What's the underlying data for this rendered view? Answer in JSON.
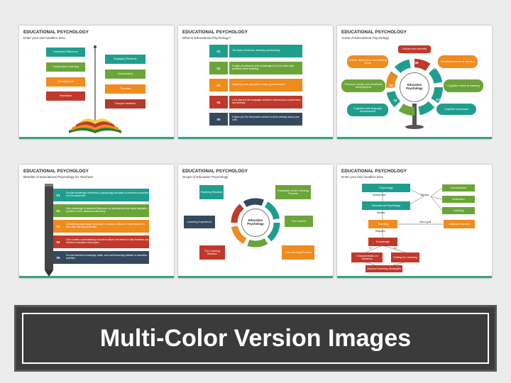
{
  "colors": {
    "teal": "#1f9e8e",
    "green": "#6ba539",
    "orange": "#f08b1d",
    "red": "#c0392b",
    "navy": "#34495e",
    "darkred": "#b03a2e",
    "gray": "#3b3b3b"
  },
  "slide1": {
    "title": "EDUCATIONAL PSYCHOLOGY",
    "subtitle": "Enter your sub headline here",
    "left": [
      "Individual Difference",
      "Cooperative Learning",
      "Development",
      "Motivation"
    ],
    "right": [
      "Engaging Students",
      "Assessment",
      "Theories",
      "Sample Headline"
    ]
  },
  "slide2": {
    "title": "EDUCATIONAL PSYCHOLOGY",
    "subtitle": "What is Educational Psychology?",
    "rows": [
      {
        "num": "01",
        "text": "The study of learners, learning, and teaching."
      },
      {
        "num": "02",
        "text": "It helps you discover your knowledge of how to solve daily problems when teaching."
      },
      {
        "num": "03",
        "text": "It gives you the principles to make good decisions."
      },
      {
        "num": "04",
        "text": "Let's discover the language needed to discuss your experiences and thinking."
      },
      {
        "num": "05",
        "text": "It gives you the information needed to think critically about your craft."
      }
    ]
  },
  "slide3": {
    "title": "EDUCATIONAL PSYCHOLOGY",
    "subtitle": "Areas of Educational Psychology",
    "center": "Education Psychology",
    "nums": [
      "01",
      "02",
      "03",
      "04",
      "05",
      "06",
      "07",
      "08"
    ],
    "labels": [
      "Culture and diversity",
      "Behavioral views of learning",
      "Cognitive views of learning",
      "Cognitive processes",
      "Cognitive and language development",
      "Personal, social, and emotional development",
      "Learner differences and learning needs"
    ]
  },
  "slide4": {
    "title": "EDUCATIONAL PSYCHOLOGY",
    "subtitle": "Benefits of Educational Psychology for Teachers",
    "rows": [
      {
        "num": "01",
        "text": "Provide knowledge of theories & psychology principles to teachers to practice it in the classroom."
      },
      {
        "num": "02",
        "text": "Give knowledge of students' Behaviour so that teachers can avoid discipline problems in the classroom effectively."
      },
      {
        "num": "03",
        "text": "Considering psychology knowledge on student attitude to help teachers to form their trait by personality."
      },
      {
        "num": "04",
        "text": "Give a better understanding of student nature and needs to help teachers use effective motivation techniques."
      },
      {
        "num": "05",
        "text": "Provide teachers knowledge, skills, and useful teaching attitude in education activities."
      }
    ]
  },
  "slide5": {
    "title": "EDUCATIONAL PSYCHOLOGY",
    "subtitle": "Scope of Education Psychology",
    "center": "Education Psychology",
    "labels": [
      "Teaching Situation",
      "Evaluation of the Learning Process",
      "The Learner",
      "The Learning Process",
      "The Learning Situation",
      "Learning Experience"
    ]
  },
  "slide6": {
    "title": "EDUCATIONAL PSYCHOLOGY",
    "subtitle": "Enter your sub headline here",
    "psychology": "Psychology",
    "disc_from": "Distinct from",
    "edu": "Educational Psychology",
    "studies1": "Studies",
    "teaching": "Teaching",
    "requires": "Requires",
    "knowledge": "Knowledge",
    "of": "Of",
    "of2": "Of",
    "char": "Characteristics of Students",
    "setting": "Setting for Learning",
    "general": "General Teaching Strategies",
    "has_goal": "Has a goal",
    "studies2": "Studies",
    "utilizing": "Utilizing Learning",
    "right": [
      "Development",
      "Motivation",
      "Learning"
    ]
  },
  "banner": {
    "text": "Multi-Color Version Images"
  }
}
